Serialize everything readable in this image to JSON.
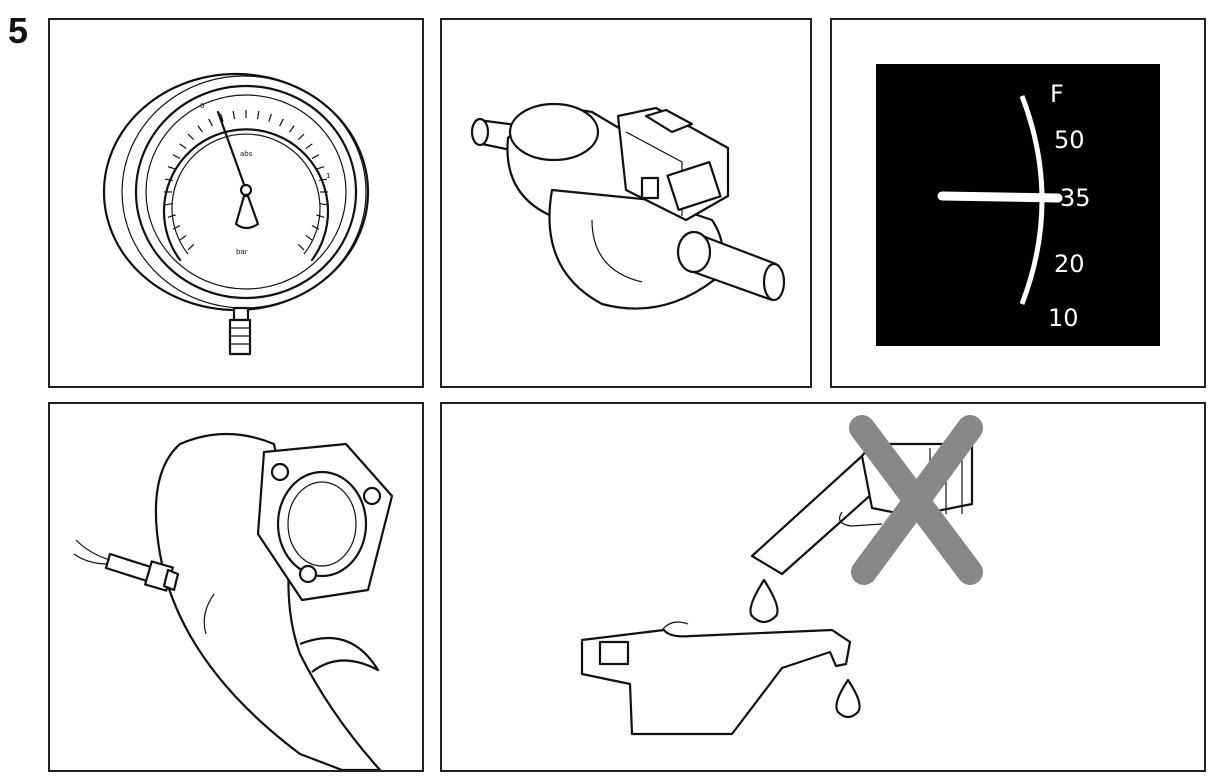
{
  "figure": {
    "number": "5"
  },
  "panels": {
    "pressure_gauge": {
      "scale_start": "0",
      "scale_end": "1",
      "unit": "bar",
      "small_mark": "abs"
    },
    "fuel_gauge": {
      "full_mark": "F",
      "ticks": [
        "50",
        "35",
        "20",
        "10"
      ],
      "needle_value": 35
    }
  },
  "icons": [
    "pressure-gauge-icon",
    "valve-connector-icon",
    "fuel-gauge-icon",
    "exhaust-sensor-icon",
    "no-fuel-oil-icon"
  ]
}
